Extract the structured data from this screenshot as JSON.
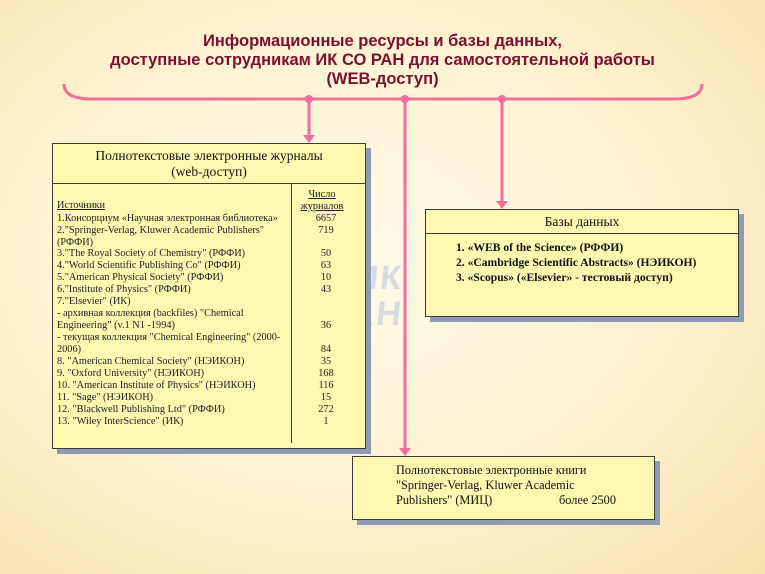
{
  "title": {
    "line1": "Информационные ресурсы и базы данных,",
    "line2": "доступные сотрудникам ИК СО РАН для самостоятельной работы",
    "line3": "(WEB-доступ)"
  },
  "watermark": {
    "line1": "ИК",
    "line2": "РАН"
  },
  "journals": {
    "heading_line1": "Полнотекстовые электронные журналы",
    "heading_line2": "(web-доступ)",
    "sources_header": "Источники",
    "count_header_line1": "Число",
    "count_header_line2": "журналов",
    "rows": [
      {
        "name": "1.Консорциум «Научная электронная библиотека»",
        "count": "6657"
      },
      {
        "name": "2.\"Springer-Verlag, Kluwer Academic Publishers\" (РФФИ)",
        "count": "719"
      },
      {
        "name": "3.\"The Royal Society of Chemistry\" (РФФИ)",
        "count": "50"
      },
      {
        "name": "4.\"World Scientific Publishing Co\" (РФФИ)",
        "count": "63"
      },
      {
        "name": "5.\"American Physical Society\" (РФФИ)",
        "count": "10"
      },
      {
        "name": "6.\"Institute of Physics\" (РФФИ)",
        "count": "43"
      },
      {
        "name": "7.\"Elsevier\" (ИК)",
        "count": ""
      },
      {
        "name": "  - архивная коллекция (backfiles) \"Chemical Engineering\" (v.1 N1 -1994)",
        "count": "36"
      },
      {
        "name": "  - текущая коллекция \"Chemical Engineering\" (2000-2006)",
        "count": "84"
      },
      {
        "name": "8. \"American Chemical Society\" (НЭИКОН)",
        "count": "35"
      },
      {
        "name": "9. \"Oxford University\" (НЭИКОН)",
        "count": "168"
      },
      {
        "name": "10. \"American Institute of Physics\" (НЭИКОН)",
        "count": "116"
      },
      {
        "name": "11. \"Sage\" (НЭИКОН)",
        "count": "15"
      },
      {
        "name": "12. \"Blackwell Publishing Ltd\" (РФФИ)",
        "count": "272"
      },
      {
        "name": "13. \"Wiley InterScience\" (ИК)",
        "count": "1"
      }
    ]
  },
  "databases": {
    "heading": "Базы данных",
    "items": [
      "1. «WEB of the Science» (РФФИ)",
      "2. «Cambridge Scientific Abstracts» (НЭИКОН)",
      "3. «Scopus» («Elsevier» - тестовый доступ)"
    ]
  },
  "books": {
    "line1": "Полнотекстовые электронные книги",
    "line2": "\"Springer-Verlag, Kluwer Academic",
    "line3": "Publishers\" (МИЦ)",
    "count": "более 2500"
  },
  "colors": {
    "title": "#7a1030",
    "connector": "#ee6f97",
    "panel_fill": "#fdf9b0",
    "panel_shadow": "#8f9bb3"
  }
}
